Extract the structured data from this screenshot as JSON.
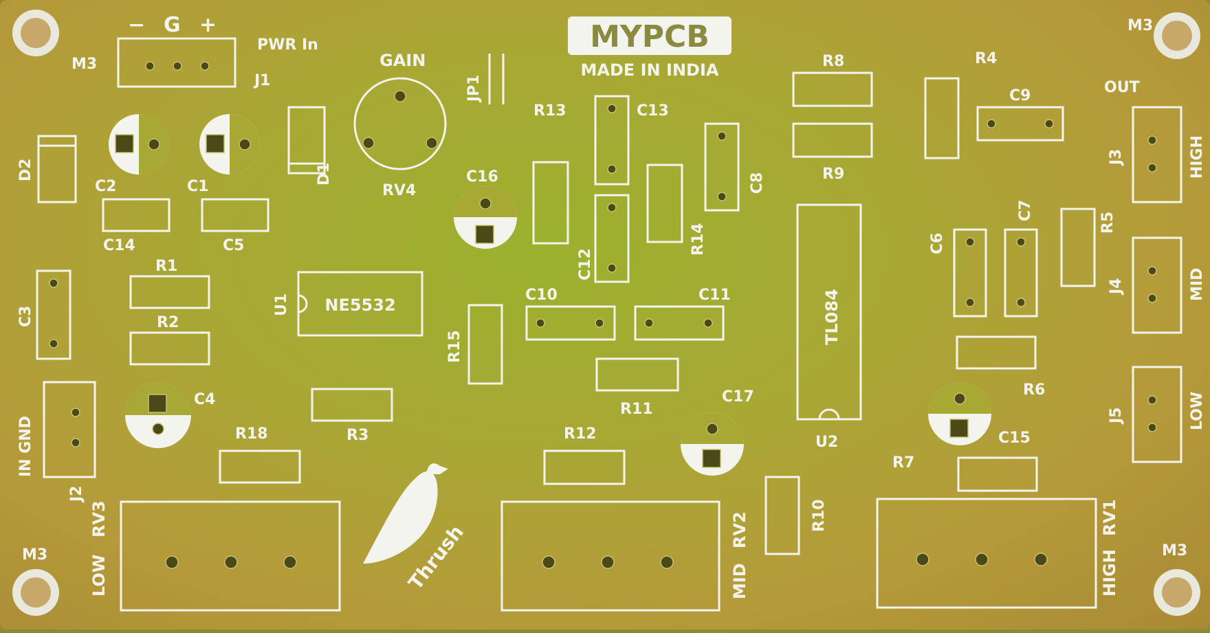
{
  "board": {
    "brand": "MYPCB",
    "origin": "MADE IN INDIA",
    "project": "Thrush",
    "hole_label": "M3",
    "power": {
      "minus": "−",
      "ground": "G",
      "plus": "+",
      "label": "PWR In",
      "ref": "J1"
    },
    "input": {
      "label": "IN GND",
      "ref": "J2"
    },
    "gain": {
      "label": "GAIN",
      "ref": "RV4"
    },
    "output": {
      "label": "OUT",
      "high": "HIGH",
      "mid": "MID",
      "low": "LOW",
      "refs": [
        "J3",
        "J4",
        "J5"
      ]
    },
    "chips": [
      {
        "ref": "U1",
        "name": "NE5532"
      },
      {
        "ref": "U2",
        "name": "TL084"
      }
    ],
    "pots": [
      {
        "ref": "RV3",
        "band": "LOW"
      },
      {
        "ref": "RV2",
        "band": "MID"
      },
      {
        "ref": "RV1",
        "band": "HIGH"
      }
    ],
    "resistors": [
      "R1",
      "R2",
      "R3",
      "R4",
      "R5",
      "R6",
      "R7",
      "R8",
      "R9",
      "R10",
      "R11",
      "R12",
      "R13",
      "R14",
      "R15",
      "R18"
    ],
    "capacitors": [
      "C1",
      "C2",
      "C3",
      "C4",
      "C5",
      "C6",
      "C7",
      "C8",
      "C9",
      "C10",
      "C11",
      "C12",
      "C13",
      "C14",
      "C15",
      "C16",
      "C17"
    ],
    "diodes": [
      "D1",
      "D2"
    ],
    "jumper": "JP1"
  },
  "colors": {
    "substrate": "#a8a834",
    "silkscreen": "#f4f4ee",
    "pad": "#4a4a18"
  }
}
